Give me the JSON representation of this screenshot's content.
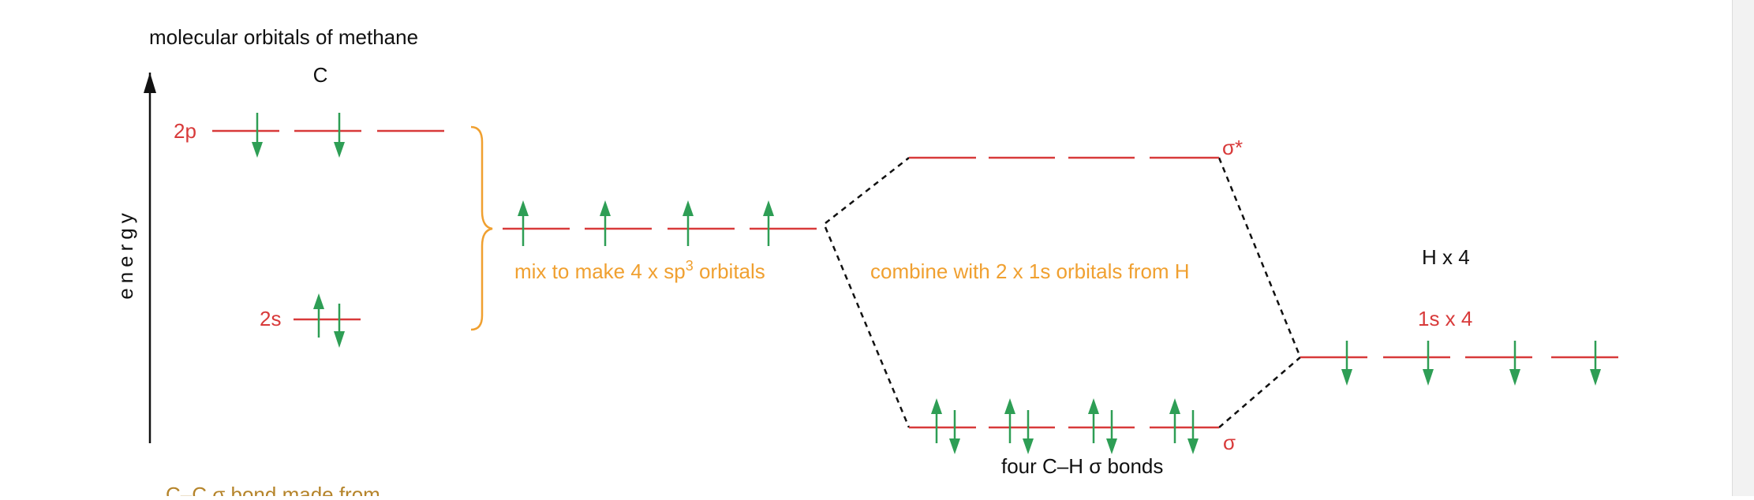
{
  "title": "molecular orbitals of methane",
  "axis": {
    "label": "energy"
  },
  "carbon": {
    "header": "C",
    "label_2p": "2p",
    "label_2s": "2s"
  },
  "brace_note": "mix to make 4 x sp",
  "brace_note_sup": "3",
  "brace_note_tail": " orbitals",
  "combine_note": "combine with 2 x 1s orbitals from H",
  "hydrogen": {
    "header": "H x 4",
    "label_1s": "1s x 4"
  },
  "sigma_star_label": "σ*",
  "sigma_label": "σ",
  "bonds_caption": "four C–H σ bonds",
  "footnote_partial": "C–C σ bond made from",
  "colors": {
    "level": "#d83a3a",
    "electron": "#2e9e55",
    "note": "#f0a030",
    "footnote": "#b5842a",
    "text": "#111111",
    "dashed": "#111111"
  }
}
